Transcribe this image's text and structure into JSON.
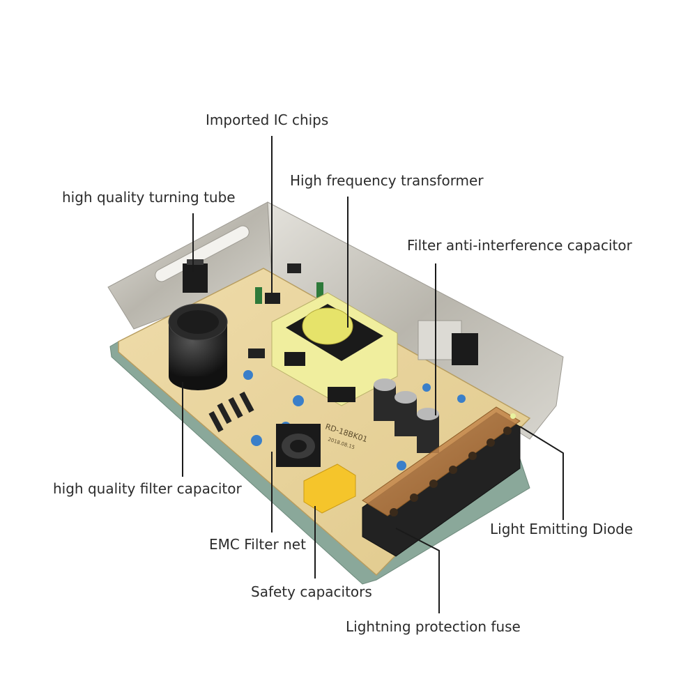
{
  "callouts": {
    "ic_chips": "Imported IC chips",
    "transformer": "High frequency transformer",
    "turning_tube": "high quality turning tube",
    "filter_anti_interference": "Filter anti-interference capacitor",
    "filter_capacitor": "high quality filter capacitor",
    "led": "Light Emitting Diode",
    "emc_filter": "EMC Filter net",
    "safety_capacitors": "Safety capacitors",
    "fuse": "Lightning protection fuse"
  },
  "board": {
    "model_text": "RD-18BK01",
    "date_text": "2018.08.15"
  },
  "colors": {
    "pcb": "#e9d49a",
    "chassis": "#c9c6bf",
    "terminal_block": "#222222",
    "terminal_cover": "#c8843e",
    "transformer_yellow": "#f0ee9e",
    "safety_cap": "#f5c52b",
    "callout_line": "#1a1a1a"
  }
}
